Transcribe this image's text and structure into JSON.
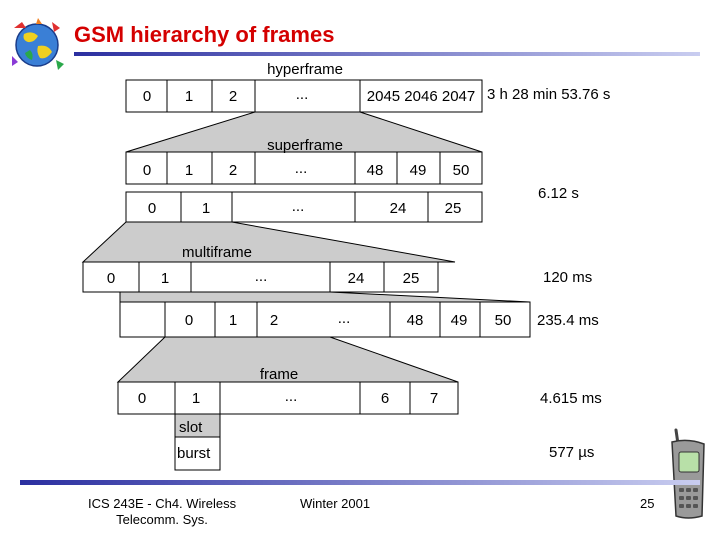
{
  "slide": {
    "title": "GSM hierarchy of frames",
    "footer_left": "ICS 243E - Ch4. Wireless\nTelecomm. Sys.",
    "footer_center": "Winter 2001",
    "page_number": "25"
  },
  "colors": {
    "title": "#d40000",
    "accent_bar": "#2b2fa0",
    "trapezoid_fill": "#cccccc",
    "box_stroke": "#000000"
  },
  "hyperframe": {
    "label": "hyperframe",
    "slots": [
      "0",
      "1",
      "2",
      "...",
      "2045 2046 2047"
    ],
    "duration": "3 h 28 min 53.76 s"
  },
  "superframe": {
    "label": "superframe",
    "row1": [
      "0",
      "1",
      "2",
      "...",
      "48",
      "49",
      "50"
    ],
    "row2": [
      "0",
      "1",
      "...",
      "24",
      "25"
    ],
    "duration": "6.12 s"
  },
  "multiframe": {
    "label": "multiframe",
    "row1": [
      "0",
      "1",
      "...",
      "24",
      "25"
    ],
    "row1_duration": "120 ms",
    "row2": [
      "0",
      "1",
      "2",
      "...",
      "48",
      "49",
      "50"
    ],
    "row2_duration": "235.4 ms"
  },
  "frame": {
    "label": "frame",
    "slots": [
      "0",
      "1",
      "...",
      "6",
      "7"
    ],
    "duration": "4.615 ms"
  },
  "slot": {
    "label": "slot"
  },
  "burst": {
    "label": "burst",
    "duration": "577 µs"
  },
  "icons": [
    "globe-logo-icon",
    "mobile-phone-icon"
  ]
}
